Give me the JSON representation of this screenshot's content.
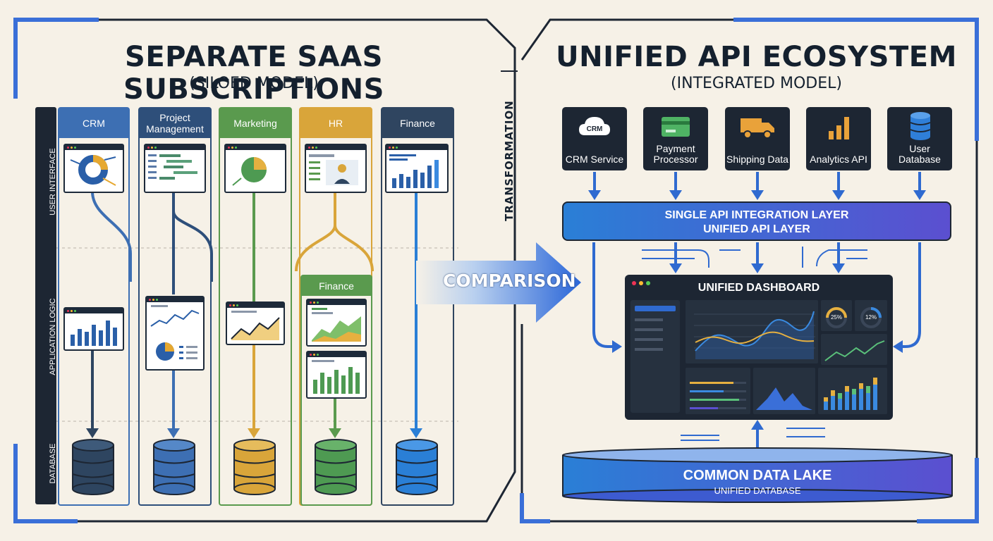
{
  "left": {
    "title": "SEPARATE SAAS SUBSCRIPTIONS",
    "subtitle": "(SILOED MODEL)",
    "layers": [
      "USER INTERFACE",
      "APPLICATION LOGIC",
      "DATABASE"
    ],
    "columns": [
      {
        "label": "CRM",
        "color": "#3d6fb3"
      },
      {
        "label": "Project Management",
        "color": "#2e4f7a"
      },
      {
        "label": "Marketing",
        "color": "#5a9a4e"
      },
      {
        "label": "HR",
        "color": "#d9a53a"
      },
      {
        "label": "Finance",
        "color": "#2f4560"
      }
    ],
    "hr_finance_label": "Finance"
  },
  "middle": {
    "transformation": "TRANSFORMATION",
    "comparison": "COMPARISON"
  },
  "right": {
    "title": "UNIFIED API ECOSYSTEM",
    "subtitle": "(INTEGRATED MODEL)",
    "services": [
      {
        "label": "CRM Service",
        "icon": "cloud-crm-icon"
      },
      {
        "label": "Payment Processor",
        "icon": "credit-card-icon"
      },
      {
        "label": "Shipping Data",
        "icon": "truck-icon"
      },
      {
        "label": "Analytics API",
        "icon": "bar-chart-icon"
      },
      {
        "label": "User Database",
        "icon": "database-icon"
      }
    ],
    "api_layer": {
      "line1": "SINGLE API INTEGRATION LAYER",
      "line2": "UNIFIED API LAYER"
    },
    "dashboard": {
      "title": "UNIFIED DASHBOARD",
      "gauge1": "25%",
      "gauge2": "12%"
    },
    "data_lake": {
      "line1": "COMMON DATA LAKE",
      "line2": "UNIFIED DATABASE"
    }
  },
  "colors": {
    "navy": "#1d2633",
    "blue": "#3a6fd8",
    "purple": "#5b4fd0",
    "cream": "#f6f1e7"
  }
}
